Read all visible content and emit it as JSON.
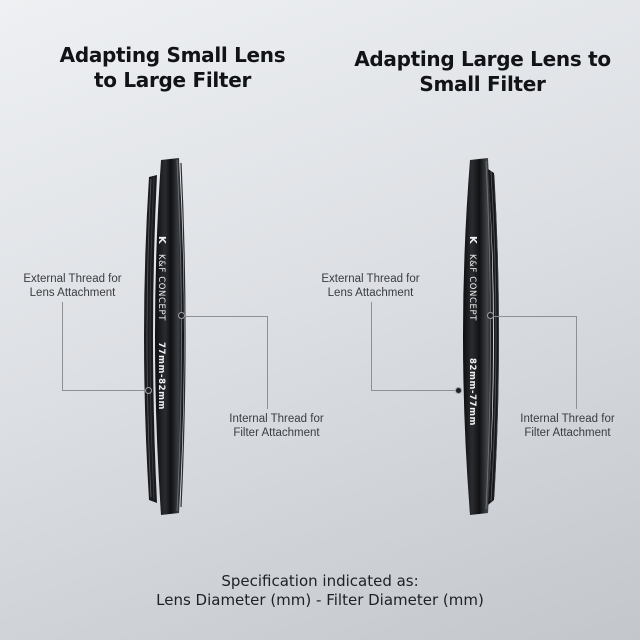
{
  "left_panel": {
    "title_line1": "Adapting Small Lens",
    "title_line2": "to Large Filter",
    "ring": {
      "brand": "K&F CONCEPT",
      "logo": "K",
      "size_marking": "77mm-82mm"
    },
    "external_label_line1": "External Thread for",
    "external_label_line2": "Lens Attachment",
    "internal_label_line1": "Internal Thread for",
    "internal_label_line2": "Filter Attachment"
  },
  "right_panel": {
    "title_line1": "Adapting Large Lens to",
    "title_line2": "Small Filter",
    "ring": {
      "brand": "K&F CONCEPT",
      "logo": "K",
      "size_marking": "82mm-77mm"
    },
    "external_label_line1": "External Thread for",
    "external_label_line2": "Lens Attachment",
    "internal_label_line1": "Internal Thread for",
    "internal_label_line2": "Filter Attachment"
  },
  "footer": {
    "line1": "Specification indicated as:",
    "line2": "Lens Diameter (mm) - Filter Diameter (mm)"
  },
  "colors": {
    "ring_body": "#141517",
    "ring_highlight": "#55585d",
    "text_dark": "#121316",
    "leader_line": "#8d9096"
  }
}
